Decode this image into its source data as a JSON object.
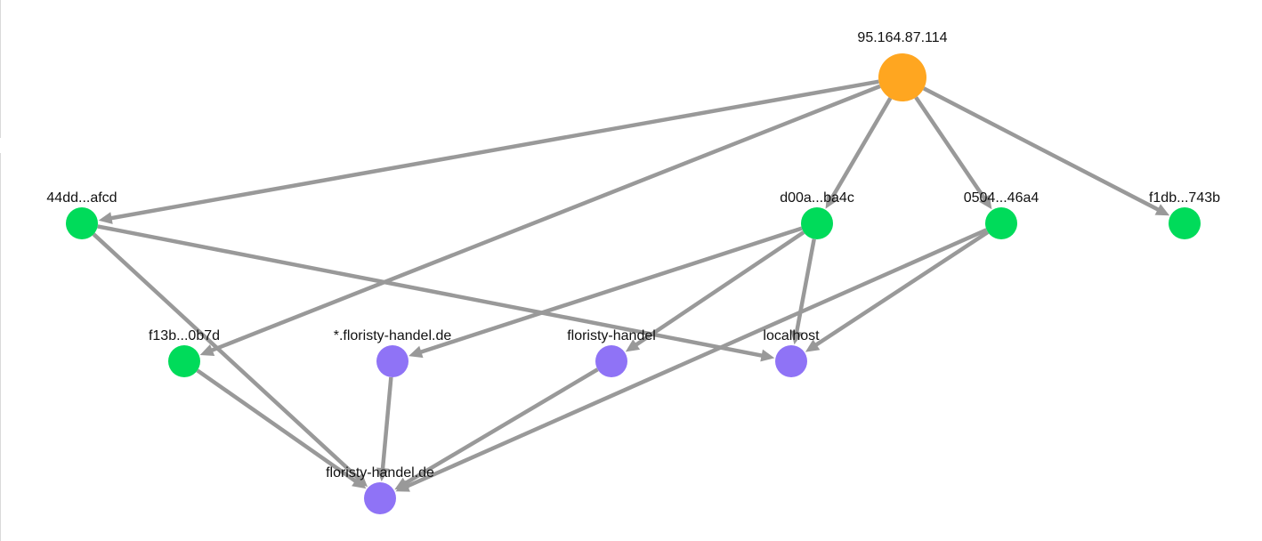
{
  "colors": {
    "ip": "#FFA620",
    "certificate": "#00DB5A",
    "domain": "#8F73F6",
    "edge": "#999999"
  },
  "nodes": [
    {
      "id": "ip",
      "label": "95.164.87.114",
      "kind": "ip"
    },
    {
      "id": "c1",
      "label": "44dd...afcd",
      "kind": "certificate"
    },
    {
      "id": "c2",
      "label": "d00a...ba4c",
      "kind": "certificate"
    },
    {
      "id": "c3",
      "label": "0504...46a4",
      "kind": "certificate"
    },
    {
      "id": "c4",
      "label": "f1db...743b",
      "kind": "certificate"
    },
    {
      "id": "c5",
      "label": "f13b...0b7d",
      "kind": "certificate"
    },
    {
      "id": "d1",
      "label": "*.floristy-handel.de",
      "kind": "domain"
    },
    {
      "id": "d2",
      "label": "floristy-handel",
      "kind": "domain"
    },
    {
      "id": "d3",
      "label": "localhost",
      "kind": "domain"
    },
    {
      "id": "d4",
      "label": "floristy-handel.de",
      "kind": "domain"
    }
  ],
  "edges": [
    {
      "from": "ip",
      "to": "c1"
    },
    {
      "from": "ip",
      "to": "c5"
    },
    {
      "from": "ip",
      "to": "c2"
    },
    {
      "from": "ip",
      "to": "c3"
    },
    {
      "from": "ip",
      "to": "c4"
    },
    {
      "from": "c1",
      "to": "d3"
    },
    {
      "from": "c1",
      "to": "d4"
    },
    {
      "from": "c2",
      "to": "d1"
    },
    {
      "from": "c2",
      "to": "d2"
    },
    {
      "from": "c2",
      "to": "d3"
    },
    {
      "from": "c3",
      "to": "d3"
    },
    {
      "from": "c3",
      "to": "d4"
    },
    {
      "from": "c5",
      "to": "d4"
    },
    {
      "from": "d1",
      "to": "d4"
    },
    {
      "from": "d2",
      "to": "d4"
    }
  ]
}
